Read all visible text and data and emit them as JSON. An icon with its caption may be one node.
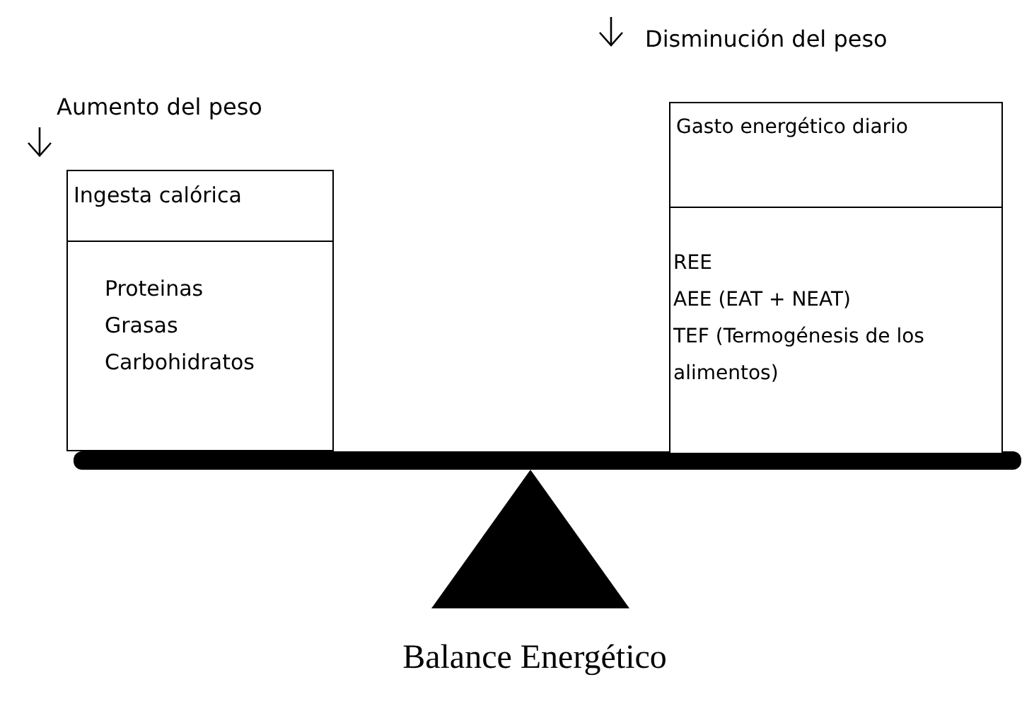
{
  "diagram": {
    "caption": "Balance Energético",
    "nodes": [
      {
        "text": [
          "Ingesta calórica",
          "Proteinas",
          "Grasas",
          "Carbohidratos"
        ]
      },
      {
        "text": [
          "Gasto energético diario",
          "REE",
          "AEE (EAT + NEAT)",
          "TEF (Termogénesis de los alimentos)"
        ]
      }
    ],
    "labels": [
      "Aumento del peso",
      "Disminución del peso"
    ]
  }
}
